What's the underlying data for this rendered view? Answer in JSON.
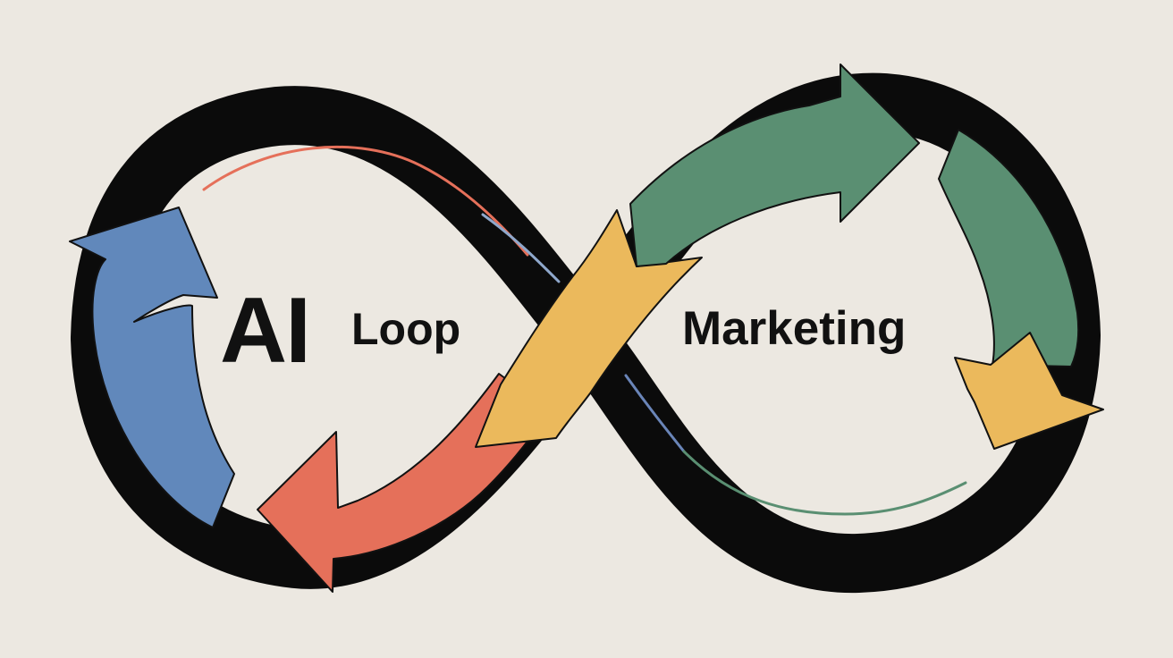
{
  "diagram": {
    "type": "infinity-loop",
    "labels": {
      "ai": "AI",
      "loop": "Loop",
      "marketing": "Marketing"
    },
    "colors": {
      "background": "#ece8e1",
      "band": "#0b0b0b",
      "blue": "#6188bb",
      "red": "#e5705a",
      "yellow": "#ebb95c",
      "green": "#5a8f72",
      "text": "#111111"
    },
    "arrows": [
      {
        "name": "blue-arrow",
        "color": "blue"
      },
      {
        "name": "red-arrow",
        "color": "red"
      },
      {
        "name": "yellow-arrow",
        "color": "yellow"
      },
      {
        "name": "green-arrow",
        "color": "green"
      },
      {
        "name": "yellow-arrow-right",
        "color": "yellow"
      }
    ]
  }
}
